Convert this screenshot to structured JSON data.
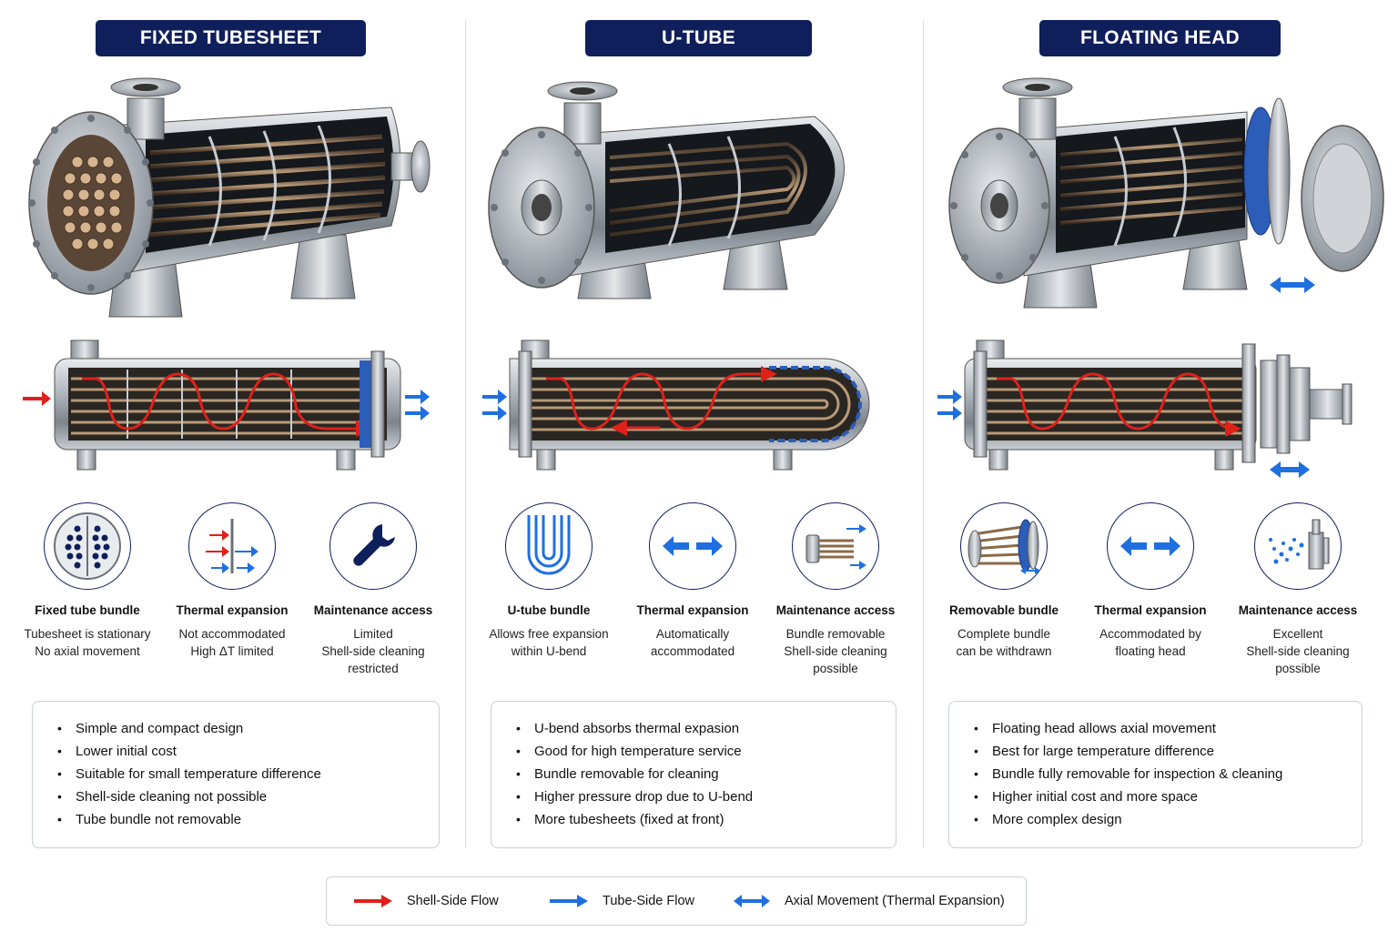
{
  "columns": [
    {
      "title": "FIXED TUBESHEET",
      "features": [
        {
          "icon": "tubesheet-icon",
          "title": "Fixed tube bundle",
          "desc": "Tubesheet is stationary\nNo axial movement"
        },
        {
          "icon": "blocked-expansion-icon",
          "title": "Thermal expansion",
          "desc": "Not accommodated\nHigh ΔT limited"
        },
        {
          "icon": "wrench-icon",
          "title": "Maintenance access",
          "desc": "Limited\nShell-side cleaning\nrestricted"
        }
      ],
      "bullets": [
        "Simple and compact design",
        "Lower initial cost",
        "Suitable for small temperature difference",
        "Shell-side cleaning not possible",
        "Tube bundle not removable"
      ]
    },
    {
      "title": "U-TUBE",
      "features": [
        {
          "icon": "u-tube-icon",
          "title": "U-tube bundle",
          "desc": "Allows free expansion\nwithin U-bend"
        },
        {
          "icon": "double-arrow-icon",
          "title": "Thermal expansion",
          "desc": "Automatically\naccommodated"
        },
        {
          "icon": "bundle-removal-icon",
          "title": "Maintenance access",
          "desc": "Bundle removable\nShell-side cleaning\npossible"
        }
      ],
      "bullets": [
        "U-bend absorbs thermal expasion",
        "Good for high temperature service",
        "Bundle removable for cleaning",
        "Higher pressure drop due to U-bend",
        "More tubesheets (fixed at front)"
      ]
    },
    {
      "title": "FLOATING HEAD",
      "features": [
        {
          "icon": "removable-bundle-icon",
          "title": "Removable bundle",
          "desc": "Complete bundle\ncan be withdrawn"
        },
        {
          "icon": "double-arrow-icon",
          "title": "Thermal expansion",
          "desc": "Accommodated by\nfloating head"
        },
        {
          "icon": "spray-cleaning-icon",
          "title": "Maintenance access",
          "desc": "Excellent\nShell-side cleaning\npossible"
        }
      ],
      "bullets": [
        "Floating head allows axial movement",
        "Best for large temperature difference",
        "Bundle fully removable for inspection & cleaning",
        "Higher initial cost and more space",
        "More complex design"
      ]
    }
  ],
  "legend": [
    {
      "label": "Shell-Side Flow",
      "color": "#e0201b",
      "icon": "red-arrow-icon"
    },
    {
      "label": "Tube-Side Flow",
      "color": "#1f6fe0",
      "icon": "blue-arrow-icon"
    },
    {
      "label": "Axial Movement (Thermal Expansion)",
      "color": "#1f6fe0",
      "icon": "double-arrow-icon"
    }
  ],
  "colors": {
    "navy": "#0f1f5c",
    "shell_flow": "#e0201b",
    "tube_flow": "#1f6fe0",
    "steel": "#9aa1a8"
  }
}
